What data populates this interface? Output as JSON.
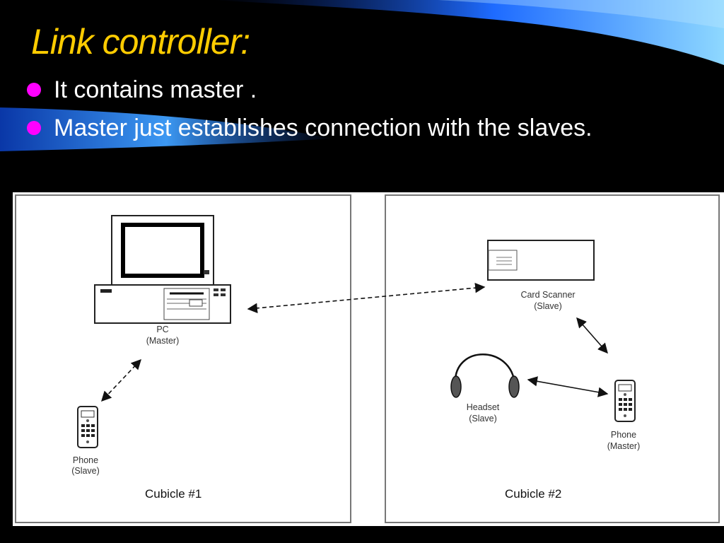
{
  "slide": {
    "title": "Link controller:",
    "bullets": [
      "It contains master .",
      "Master just establishes connection with the slaves."
    ]
  },
  "diagram": {
    "cubicle1": {
      "caption": "Cubicle #1",
      "pc": {
        "name": "PC",
        "role": "(Master)"
      },
      "phone": {
        "name": "Phone",
        "role": "(Slave)"
      }
    },
    "cubicle2": {
      "caption": "Cubicle #2",
      "card_scanner": {
        "name": "Card Scanner",
        "role": "(Slave)"
      },
      "headset": {
        "name": "Headset",
        "role": "(Slave)"
      },
      "phone": {
        "name": "Phone",
        "role": "(Master)"
      }
    },
    "links": [
      {
        "from": "cubicle1.pc",
        "to": "cubicle2.card_scanner",
        "style": "dashed"
      },
      {
        "from": "cubicle1.pc",
        "to": "cubicle1.phone",
        "style": "dashed"
      },
      {
        "from": "cubicle2.card_scanner",
        "to": "cubicle2.phone",
        "style": "solid"
      },
      {
        "from": "cubicle2.headset",
        "to": "cubicle2.phone",
        "style": "solid"
      }
    ]
  },
  "colors": {
    "background": "#000000",
    "title": "#ffcc00",
    "bullet_text": "#ffffff",
    "bullet_marker": "#ff00ff",
    "accent_swoosh": "#1e6bff"
  }
}
